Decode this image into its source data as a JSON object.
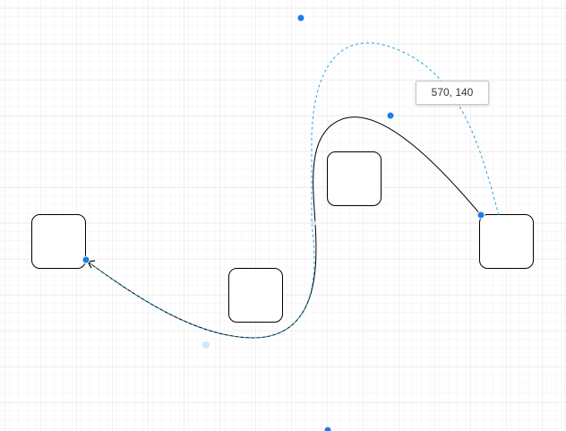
{
  "tooltip": {
    "text": "570, 140"
  },
  "colors": {
    "grid_line": "#ebebeb",
    "shape_stroke": "#000000",
    "shape_fill": "#ffffff",
    "edge_stroke": "#000000",
    "preview_stroke": "#29a2e0",
    "handle_fill": "#1a7fe6",
    "handle_light_fill": "#cfe6fb"
  },
  "icons": {
    "handle": "blue-dot-handle",
    "arrowhead": "open-arrowhead"
  }
}
